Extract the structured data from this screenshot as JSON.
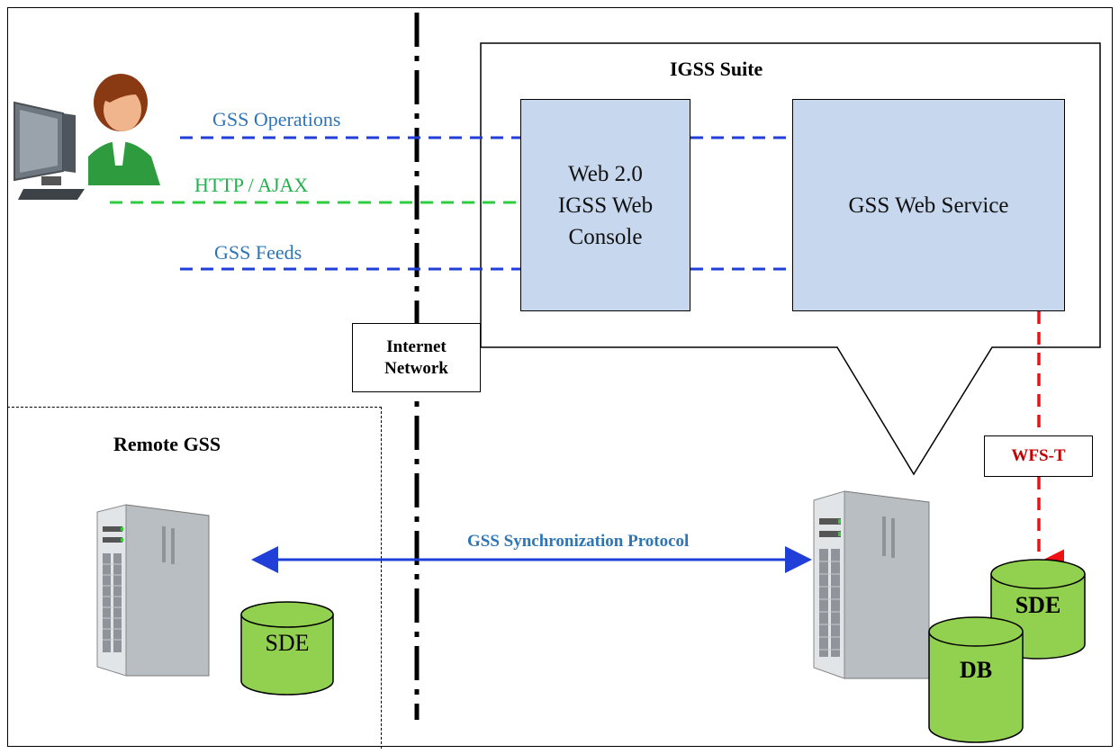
{
  "suite": {
    "title": "IGSS Suite"
  },
  "web_console": {
    "line1": "Web 2.0",
    "line2": "IGSS Web",
    "line3": "Console"
  },
  "web_service": {
    "label": "GSS Web Service"
  },
  "links": {
    "operations": "GSS Operations",
    "http": "HTTP / AJAX",
    "feeds": "GSS Feeds",
    "sync": "GSS Synchronization Protocol",
    "wfs": "WFS-T"
  },
  "network": {
    "line1": "Internet",
    "line2": "Network"
  },
  "remote": {
    "title": "Remote GSS",
    "db_label": "SDE"
  },
  "local": {
    "sde_label": "SDE",
    "db_label": "DB"
  },
  "colors": {
    "blue_link": "#1f3fd8",
    "green_link": "#2ecc40",
    "red_link": "#ee1111",
    "label_blue": "#2e75b6",
    "label_green": "#22b14c",
    "panel_fill": "#c6d7ee",
    "cylinder_fill": "#92d050"
  },
  "icons": [
    "user-at-computer-icon",
    "server-tower-icon",
    "database-cylinder-icon"
  ]
}
